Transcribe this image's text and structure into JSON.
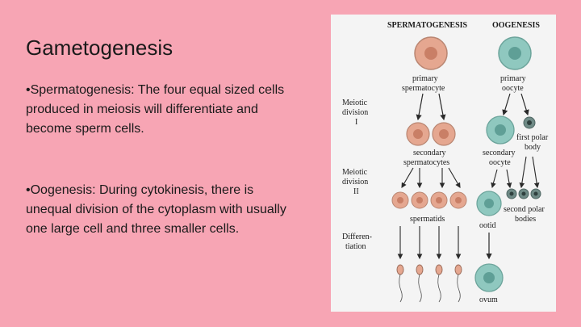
{
  "slide": {
    "title": "Gametogenesis",
    "bullets": [
      "•Spermatogenesis: The four equal sized cells produced in meiosis will differentiate and become sperm cells.",
      "•Oogenesis: During cytokinesis, there is unequal division of the cytoplasm with usually one large cell and three smaller cells."
    ]
  },
  "diagram": {
    "header_left": "SPERMATOGENESIS",
    "header_right": "OOGENESIS",
    "row_labels": {
      "meiotic_1": [
        "Meiotic",
        "division",
        "I"
      ],
      "meiotic_2": [
        "Meiotic",
        "division",
        "II"
      ],
      "differentiation": [
        "Differen-",
        "tiation"
      ]
    },
    "labels": {
      "primary_spermatocyte": [
        "primary",
        "spermatocyte"
      ],
      "primary_oocyte": [
        "primary",
        "oocyte"
      ],
      "secondary_spermatocytes": [
        "secondary",
        "spermatocytes"
      ],
      "secondary_oocyte": [
        "secondary",
        "oocyte"
      ],
      "first_polar_body": [
        "first polar",
        "body"
      ],
      "spermatids": "spermatids",
      "ootid": "ootid",
      "second_polar_bodies": [
        "second polar",
        "bodies"
      ],
      "ovum": "ovum"
    },
    "colors": {
      "sperm_cell": "#e5a790",
      "sperm_nucleus": "#c97f66",
      "egg_cell": "#8fc8bf",
      "egg_nucleus": "#5f9f96",
      "polar_body": "#6f8a86",
      "arrow": "#2a2a2a"
    }
  }
}
